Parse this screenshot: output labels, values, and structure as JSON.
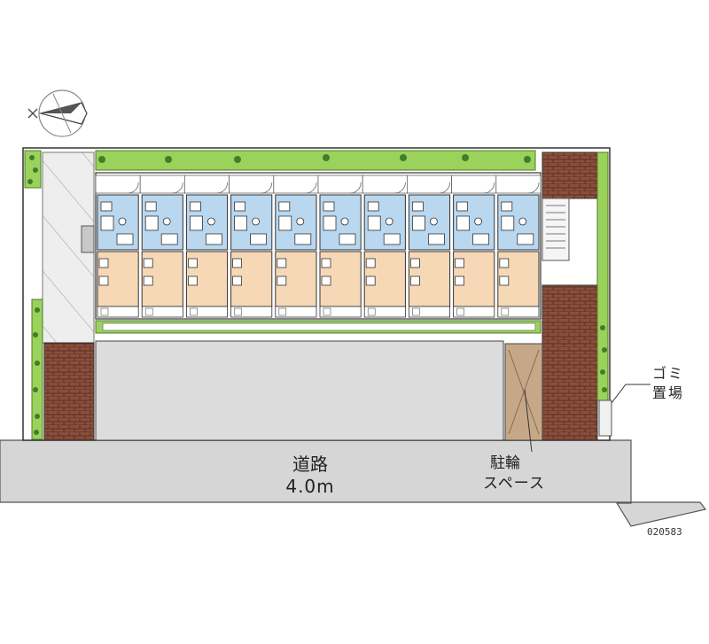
{
  "road": {
    "label": "道路",
    "width": "4.0m"
  },
  "bicycle_parking": {
    "line1": "駐輪",
    "line2": "スペース"
  },
  "garbage_area": {
    "line1": "ゴミ",
    "line2": "置場"
  },
  "drawing_code": "020583",
  "units": {
    "count": 10
  },
  "colors": {
    "wet_area": "#b9d7ef",
    "room": "#f7d8b6",
    "lawn": "#9bd25c",
    "brick": "#8a4f3c",
    "parking": "#dcdcdc",
    "road": "#d6d6d6",
    "bike_floor": "#c6a888"
  },
  "icons": {
    "compass": "north-arrow-icon"
  }
}
